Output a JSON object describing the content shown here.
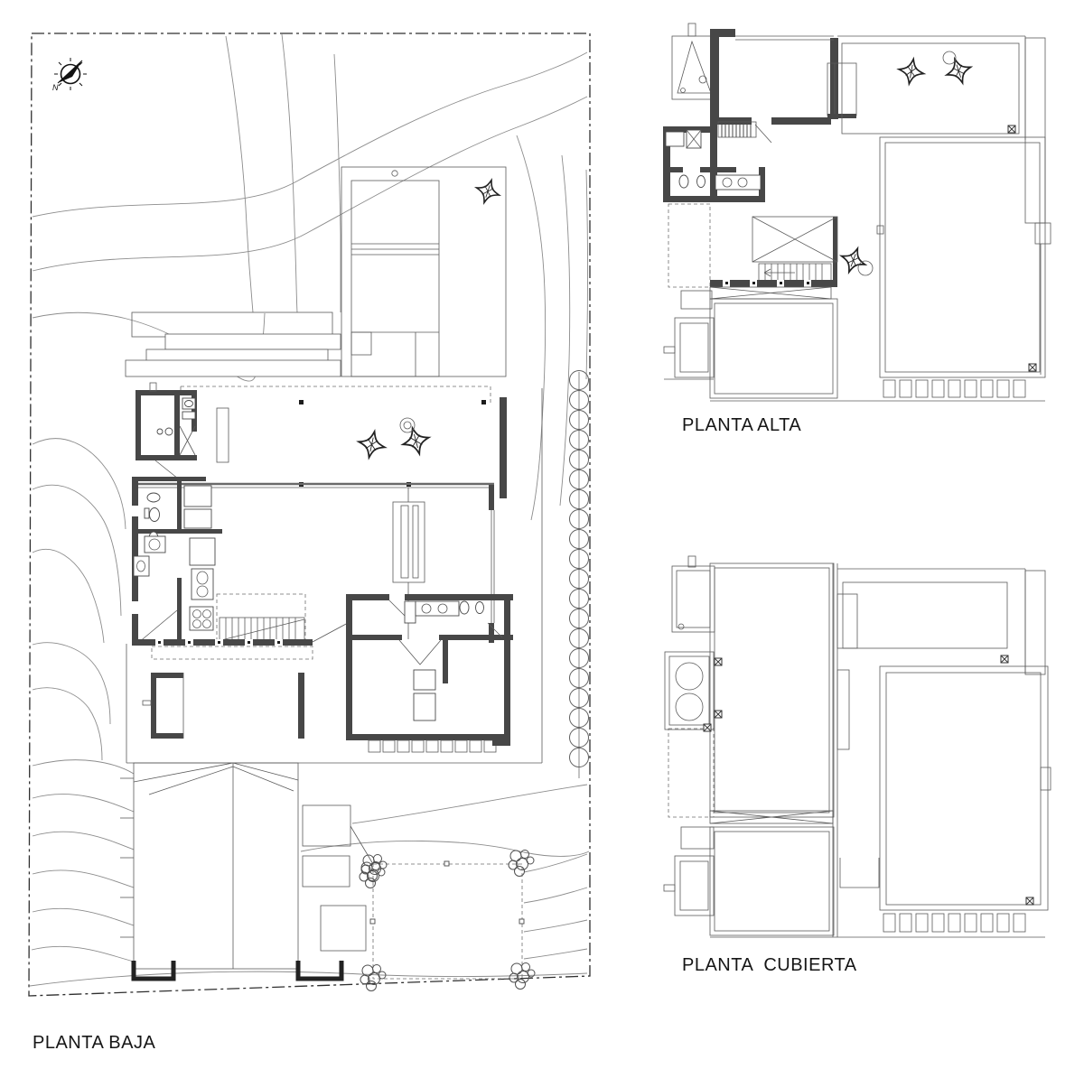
{
  "sheet": {
    "title": "House floor plans drawing",
    "background": "#ffffff"
  },
  "plans": {
    "baja": {
      "label": "PLANTA BAJA"
    },
    "alta": {
      "label": "PLANTA ALTA"
    },
    "cubierta": {
      "label": "PLANTA  CUBIERTA"
    }
  },
  "compass": {
    "label": "N"
  },
  "colors": {
    "line": "#5a5a5a",
    "wall": "#474747",
    "contour": "#8c8c8c",
    "boundary": "#2f2f2f",
    "label_text": "#161616"
  }
}
